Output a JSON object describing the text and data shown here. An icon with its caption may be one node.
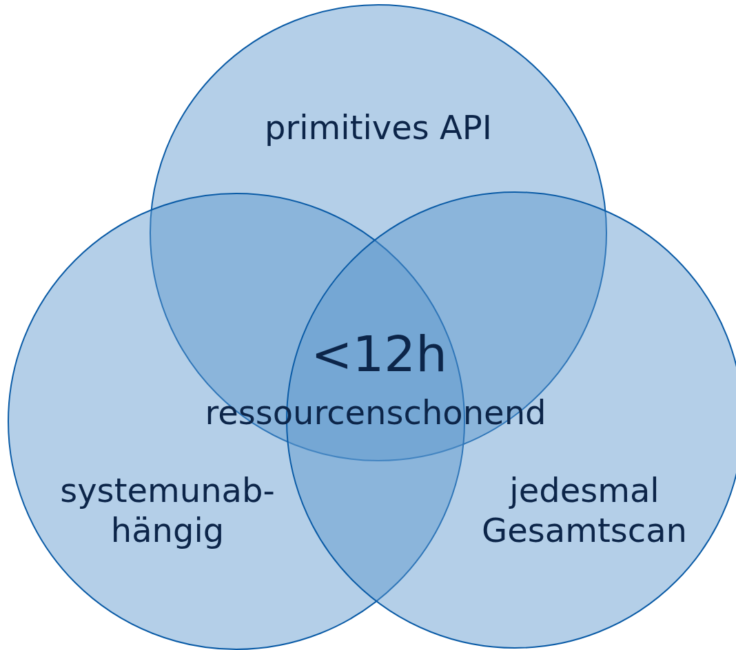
{
  "diagram": {
    "nodes": [
      {
        "text": [
          "primitives API"
        ]
      },
      {
        "text": [
          "systemunab- hängig"
        ]
      },
      {
        "text": [
          "jedesmal Gesamtscan"
        ]
      }
    ],
    "labels": [
      "<12h",
      "ressourcenschonend"
    ]
  }
}
